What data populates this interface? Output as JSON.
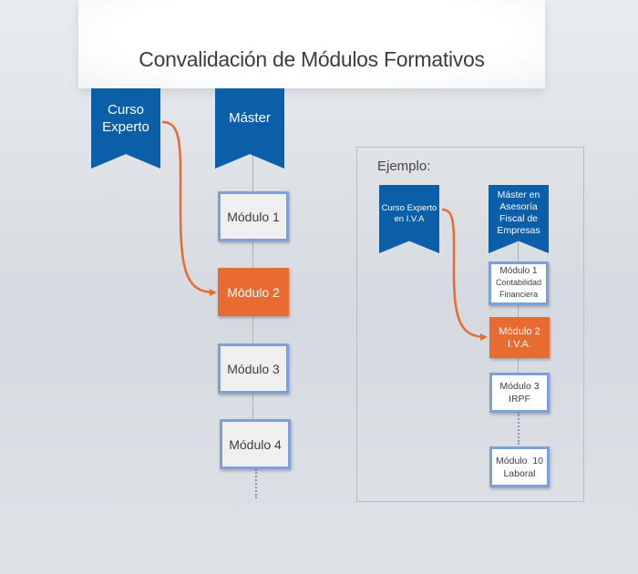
{
  "title": "Convalidación de Módulos Formativos",
  "colors": {
    "banner": "#0a5fa8",
    "active_module": "#e86c31",
    "module_border": "#7f9fd8",
    "arrow": "#e86c31"
  },
  "main": {
    "course": "Curso\nExperto",
    "master": "Máster",
    "modules": [
      "Módulo 1",
      "Módulo 2",
      "Módulo 3",
      "Módulo 4"
    ],
    "highlighted_module": "Módulo 2"
  },
  "example": {
    "label": "Ejemplo:",
    "course": "Curso Experto\nen I.V.A",
    "master": "Máster en\nAsesoría\nFiscal de\nEmpresas",
    "modules": [
      {
        "name": "Módulo 1",
        "subject": "Contabilidad\nFinanciera"
      },
      {
        "name": "Módulo 2",
        "subject": "I.V.A."
      },
      {
        "name": "Módulo 3",
        "subject": "IRPF"
      },
      {
        "name": "Módulo  10",
        "subject": "Laboral"
      }
    ]
  }
}
